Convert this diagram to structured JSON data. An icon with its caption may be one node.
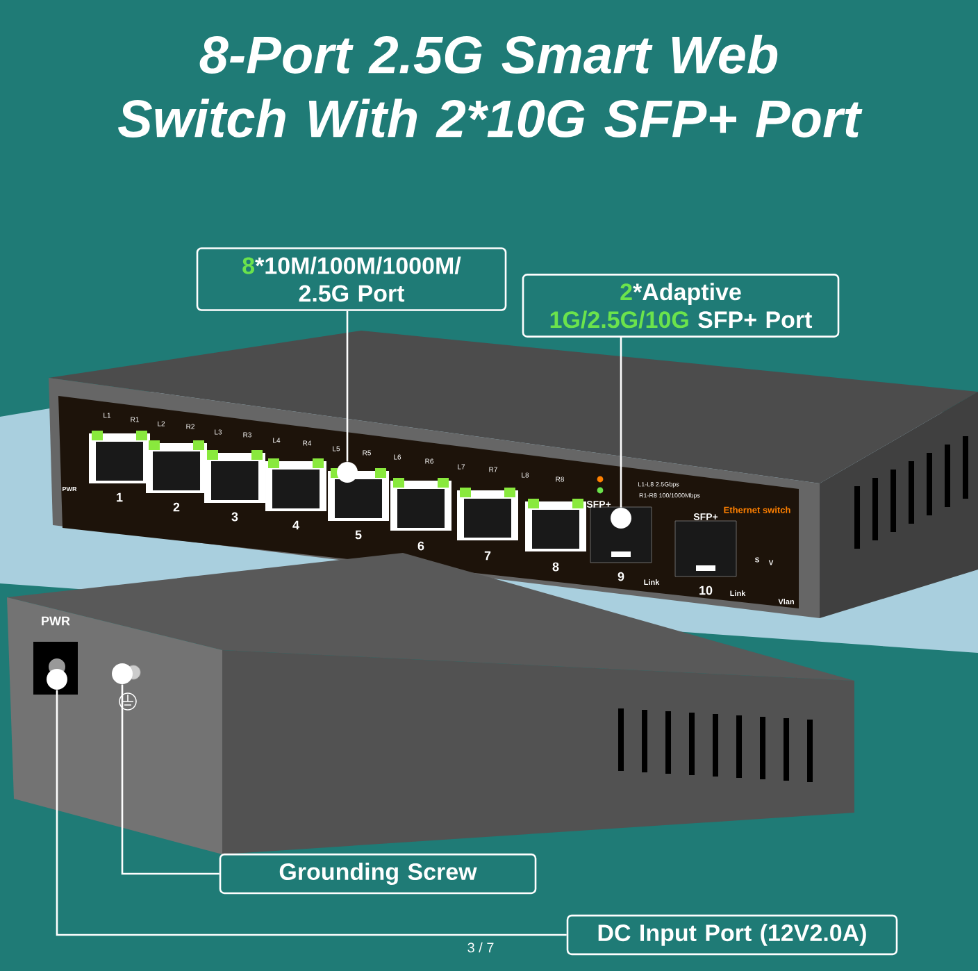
{
  "diagram": {
    "title": "8-Port 2.5G Smart Web Switch With 2*10G SFP+ Port",
    "nodes": [
      {
        "text": [
          "8",
          "*10M/100M/1000M/ 2.5G Port"
        ]
      },
      {
        "text": [
          "2",
          "*Adaptive",
          "1G/2.5G/10G",
          "SFP+ Port"
        ]
      },
      {
        "text": [
          "Grounding Screw"
        ]
      },
      {
        "text": [
          "DC Input Port (12V2.0A)"
        ]
      },
      {
        "text": [],
        "shape": "circle"
      },
      {
        "text": [],
        "shape": "circle"
      },
      {
        "text": [],
        "shape": "circle"
      },
      {
        "text": [],
        "shape": "circle"
      }
    ],
    "edges": [
      {
        "from": 0,
        "to": 4,
        "arrow": "none"
      },
      {
        "from": 1,
        "to": 5,
        "arrow": "none"
      },
      {
        "from": 2,
        "to": 7,
        "arrow": "none"
      },
      {
        "from": 3,
        "to": 6,
        "arrow": "none"
      }
    ],
    "labels": [
      "L1",
      "R1",
      "L2",
      "R2",
      "L3",
      "R3",
      "L4",
      "R4",
      "L5",
      "R5",
      "L6",
      "R6",
      "L7",
      "R7",
      "L8",
      "R8",
      "L1-L8 2.5Gbps",
      "R1-R8 100/1000Mbps",
      "SFP+",
      "Ethernet switch",
      "SFP+",
      "PWR",
      "1",
      "2",
      "3",
      "4",
      "5",
      "6",
      "7",
      "8",
      "S",
      "V",
      "9",
      "Link",
      "10",
      "Link",
      "Vlan",
      "PWR",
      "3 / 7"
    ]
  }
}
